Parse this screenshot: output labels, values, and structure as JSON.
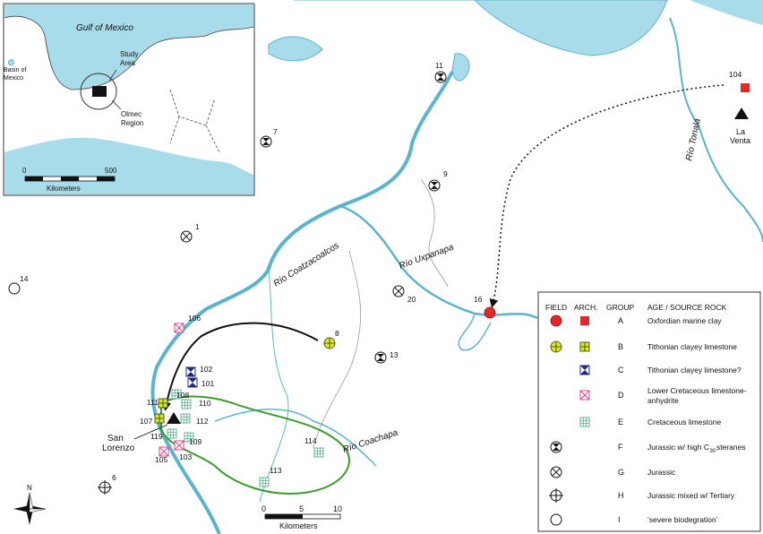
{
  "inset": {
    "gulf_label": "Gulf of Mexico",
    "basin_label_1": "Basin of",
    "basin_label_2": "Mexico",
    "study_label_1": "Study",
    "study_label_2": "Area",
    "olmec_label_1": "Olmec",
    "olmec_label_2": "Region",
    "scale_start": "0",
    "scale_end": "500",
    "scale_unit": "Kilometers"
  },
  "rivers": {
    "coatzacoalcos": "Río  Coatzacoalcos",
    "uxpanapa": "Río Uxpanapa",
    "coachapa": "Río Coachapa",
    "tonala": "Río Tonalá"
  },
  "places": {
    "san_lorenzo_1": "San",
    "san_lorenzo_2": "Lorenzo",
    "la_venta_1": "La",
    "la_venta_2": "Venta"
  },
  "scale": {
    "start": "0",
    "mid": "5",
    "end": "10",
    "unit": "Kilometers"
  },
  "north": "N",
  "samples": [
    {
      "id": "11",
      "group": "F"
    },
    {
      "id": "7",
      "group": "F"
    },
    {
      "id": "9",
      "group": "F"
    },
    {
      "id": "1",
      "group": "G"
    },
    {
      "id": "14",
      "group": "I"
    },
    {
      "id": "20",
      "group": "G"
    },
    {
      "id": "16",
      "group": "A"
    },
    {
      "id": "104",
      "group": "A"
    },
    {
      "id": "13",
      "group": "F"
    },
    {
      "id": "8",
      "group": "B"
    },
    {
      "id": "106",
      "group": "D"
    },
    {
      "id": "102",
      "group": "C"
    },
    {
      "id": "101",
      "group": "C"
    },
    {
      "id": "108",
      "group": "E"
    },
    {
      "id": "110",
      "group": "E"
    },
    {
      "id": "111",
      "group": "B"
    },
    {
      "id": "107",
      "group": "B"
    },
    {
      "id": "112",
      "group": "E"
    },
    {
      "id": "119",
      "group": "E"
    },
    {
      "id": "109",
      "group": "E"
    },
    {
      "id": "105",
      "group": "D"
    },
    {
      "id": "103",
      "group": "D"
    },
    {
      "id": "114",
      "group": "E"
    },
    {
      "id": "113",
      "group": "E"
    },
    {
      "id": "6",
      "group": "H"
    }
  ],
  "legend": {
    "headers": {
      "field": "FIELD",
      "arch": "ARCH.",
      "group": "GROUP",
      "age": "AGE / SOURCE ROCK"
    },
    "rows": [
      {
        "group": "A",
        "desc": "Oxfordian marine clay",
        "desc2": ""
      },
      {
        "group": "B",
        "desc": "Tithonian clayey limestone",
        "desc2": ""
      },
      {
        "group": "C",
        "desc": "Tithonian clayey limestone?",
        "desc2": ""
      },
      {
        "group": "D",
        "desc": "Lower Cretaceous limestone-",
        "desc2": "anhydrite"
      },
      {
        "group": "E",
        "desc": "Cretaceous limestone",
        "desc2": ""
      },
      {
        "group": "F",
        "desc": "Jurassic w/ high C",
        "desc2": ""
      },
      {
        "group": "G",
        "desc": "Jurassic",
        "desc2": ""
      },
      {
        "group": "H",
        "desc": "Jurassic mixed w/ Tertiary",
        "desc2": ""
      },
      {
        "group": "I",
        "desc": "‘severe biodegration’",
        "desc2": ""
      }
    ],
    "c30_sub": "30",
    "c30_tail": " steranes"
  },
  "colors": {
    "water": "#a9dcea",
    "river": "#5cb4cc",
    "red": "#e32626",
    "yellow": "#d8ea1c",
    "navy": "#1e2a7a",
    "pink": "#e0458c",
    "teal": "#3ea07a",
    "boundary": "#3a9a2a"
  }
}
